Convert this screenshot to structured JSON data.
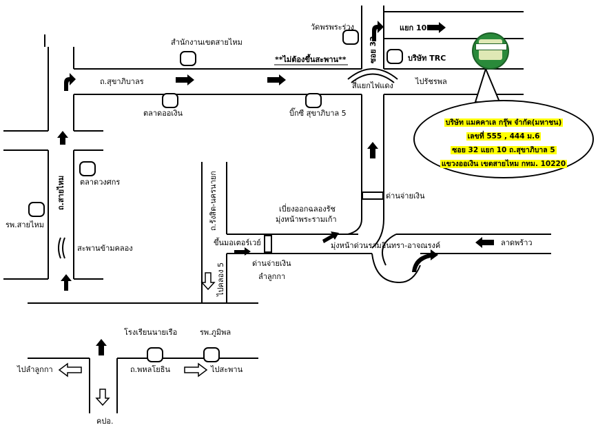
{
  "roads": {
    "sukhaphiban": "ถ.สุขาภิบาลร",
    "saimai": "ถ.สายไหม",
    "phahon": "ถ.พหลโยธิน",
    "rangsit": "ถ.รังสิต-นครนายก",
    "soi32": "ซอย 32"
  },
  "places": {
    "district_office": "สำนักงานเขตสายไหม",
    "wat": "วัดพรพระร่วง",
    "trc": "บริษัท TRC",
    "pirat": "ไปรัชรพล",
    "talat_oengoen": "ตลาดออเงิน",
    "bigc": "บิ๊กซี สุขาภิบาล 5",
    "talat_wongsakorn": "ตลาดวงศกร",
    "hospital_saimai": "รพ.สายไหม",
    "bridge": "สะพานข้ามคลอง",
    "toll_oengoen": "ด่านจ่ายเงิน",
    "exit_chalongrat": "เบี่ยงออกฉลองรัช",
    "head_ram": "มุ่งหน้าพระรามเก้า",
    "head_ramintra": "มุ่งหน้าด่วนรามอินทรา-อาจณรงค์",
    "ladprao": "ลาดพร้าว",
    "express_entry": "ขึ้นมอเตอร์เวย์",
    "toll_lumlukka": "ด่านจ่ายเงิน",
    "lumlukka_place": "ลำลูกกา",
    "khlong5": "ไปคลอง 5",
    "school": "โรงเรียนนายเรือ",
    "bhumibol": "รพ.ภูมิพล",
    "to_lumlukka": "ไปลำลูกกา",
    "to_saphan": "ไปสะพาน",
    "kpo": "คปอ.",
    "junction": "สี่แยกไฟแดง",
    "no_bridge": "**ไม่ต้องขึ้นสะพาน**",
    "yaek10": "แยก 10"
  },
  "company": {
    "line1": "บริษัท แมคคาเล กรุ๊พ จำกัด(มหาชน)",
    "line2": "เลขที่ 555 , 444 ม.6",
    "line3": "ซอย 32 แยก 10 ถ.สุขาภิบาล 5",
    "line4": "แขวงออเงิน เขตสายไหม กทม. 10220",
    "highlight": "#ffff00",
    "logo_color": "#2a8a3a"
  }
}
